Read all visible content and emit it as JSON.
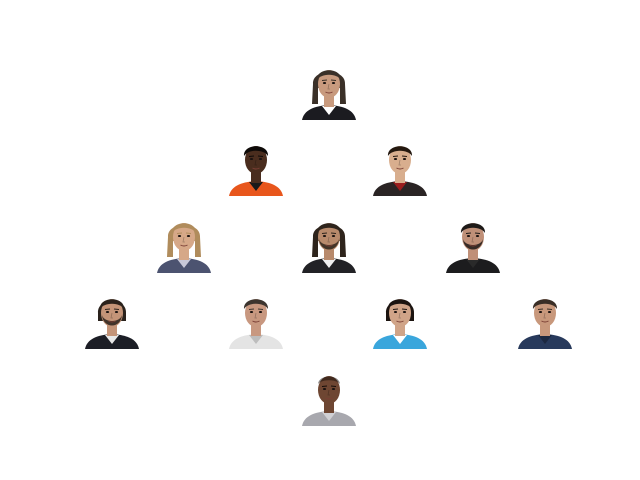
{
  "formation": {
    "rows": [
      {
        "row": "striker",
        "players": [
          {
            "id": "p1",
            "hair": "#3a3028",
            "skin": "#c89a7e",
            "shirt": "#1b1b20",
            "collar": "#ffffff",
            "hair_style": "long",
            "beard": false
          }
        ]
      },
      {
        "row": "attacking-mid",
        "players": [
          {
            "id": "p2",
            "hair": "#0e0a08",
            "skin": "#4a2d1e",
            "shirt": "#e8561c",
            "collar": "#1a1a1a",
            "hair_style": "short",
            "beard": false
          },
          {
            "id": "p3",
            "hair": "#24180f",
            "skin": "#d8ae8e",
            "shirt": "#2a2424",
            "collar": "#9a1e1e",
            "hair_style": "short",
            "beard": false
          }
        ]
      },
      {
        "row": "midfield",
        "players": [
          {
            "id": "p4",
            "hair": "#b08c5c",
            "skin": "#d6a888",
            "shirt": "#4c5370",
            "collar": "#c8c8d8",
            "hair_style": "long",
            "beard": false
          },
          {
            "id": "p5",
            "hair": "#2e241c",
            "skin": "#b88a6c",
            "shirt": "#222226",
            "collar": "#f0f0f0",
            "hair_style": "long",
            "beard": true
          },
          {
            "id": "p6",
            "hair": "#1e1a18",
            "skin": "#c09078",
            "shirt": "#1c1c1e",
            "collar": "#2a2a2a",
            "hair_style": "short",
            "beard": true
          }
        ]
      },
      {
        "row": "defence",
        "players": [
          {
            "id": "p7",
            "hair": "#2a221c",
            "skin": "#c49478",
            "shirt": "#1c1e26",
            "collar": "#e8e8e8",
            "hair_style": "medium",
            "beard": true
          },
          {
            "id": "p8",
            "hair": "#3c342e",
            "skin": "#c89880",
            "shirt": "#e4e4e4",
            "collar": "#bdbdbd",
            "hair_style": "short",
            "beard": false
          },
          {
            "id": "p9",
            "hair": "#1c1410",
            "skin": "#d0a488",
            "shirt": "#3aa6dc",
            "collar": "#ffffff",
            "hair_style": "medium",
            "beard": false
          },
          {
            "id": "p10",
            "hair": "#3a2e26",
            "skin": "#c8987c",
            "shirt": "#283a5c",
            "collar": "#1c2840",
            "hair_style": "short",
            "beard": false
          }
        ]
      },
      {
        "row": "goalkeeper",
        "players": [
          {
            "id": "p11",
            "hair": "#140c08",
            "skin": "#6e4632",
            "shirt": "#a8a8ae",
            "collar": "#d0d0d4",
            "hair_style": "bald",
            "beard": false
          }
        ]
      }
    ]
  }
}
